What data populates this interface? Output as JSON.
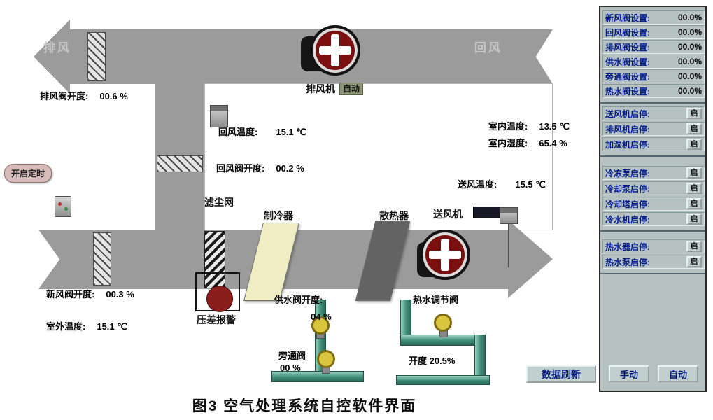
{
  "caption": "图3  空气处理系统自控软件界面",
  "ducts": {
    "exhaust": "排风",
    "return": "回风"
  },
  "equipment": {
    "exhaust_fan": "排风机",
    "exhaust_fan_mode": "自动",
    "filter": "滤尘网",
    "cooler": "制冷器",
    "heater": "散热器",
    "supply_fan": "送风机",
    "pressure_alarm": "压差报警"
  },
  "buttons": {
    "timer": "开启定时",
    "refresh": "数据刷新"
  },
  "readings": {
    "exhaust_valve": {
      "label": "排风阀开度:",
      "value": "00.6 %"
    },
    "return_temp": {
      "label": "回风温度:",
      "value": "15.1 ℃"
    },
    "return_valve": {
      "label": "回风阀开度:",
      "value": "00.2 %"
    },
    "indoor_temp": {
      "label": "室内温度:",
      "value": "13.5 ℃"
    },
    "indoor_humidity": {
      "label": "室内湿度:",
      "value": "65.4 %"
    },
    "supply_temp": {
      "label": "送风温度:",
      "value": "15.5 ℃"
    },
    "fresh_valve": {
      "label": "新风阀开度:",
      "value": "00.3 %"
    },
    "outdoor_temp": {
      "label": "室外温度:",
      "value": "15.1  ℃"
    },
    "supply_water_valve": {
      "label": "供水阀开度:",
      "value": "04  %"
    },
    "bypass_valve": {
      "label": "旁通阀",
      "value": "00  %"
    },
    "hot_water_valve": {
      "label": "热水调节阀",
      "value": "开度 20.5%"
    }
  },
  "panel": {
    "settings": [
      {
        "label": "新风阀设置:",
        "value": "00.0%"
      },
      {
        "label": "回风阀设置:",
        "value": "00.0%"
      },
      {
        "label": "排风阀设置:",
        "value": "00.0%"
      },
      {
        "label": "供水阀设置:",
        "value": "00.0%"
      },
      {
        "label": "旁通阀设置:",
        "value": "00.0%"
      },
      {
        "label": "热水阀设置:",
        "value": "00.0%"
      }
    ],
    "switches1": [
      {
        "label": "送风机启停:",
        "btn": "启"
      },
      {
        "label": "排风机启停:",
        "btn": "启"
      },
      {
        "label": "加湿机启停:",
        "btn": "启"
      }
    ],
    "switches2": [
      {
        "label": "冷冻泵启停:",
        "btn": "启"
      },
      {
        "label": "冷却泵启停:",
        "btn": "启"
      },
      {
        "label": "冷却塔启停:",
        "btn": "启"
      },
      {
        "label": "冷水机启停:",
        "btn": "启"
      }
    ],
    "switches3": [
      {
        "label": "热水器启停:",
        "btn": "启"
      },
      {
        "label": "热水泵启停:",
        "btn": "启"
      }
    ],
    "manual": "手动",
    "auto": "自动"
  }
}
